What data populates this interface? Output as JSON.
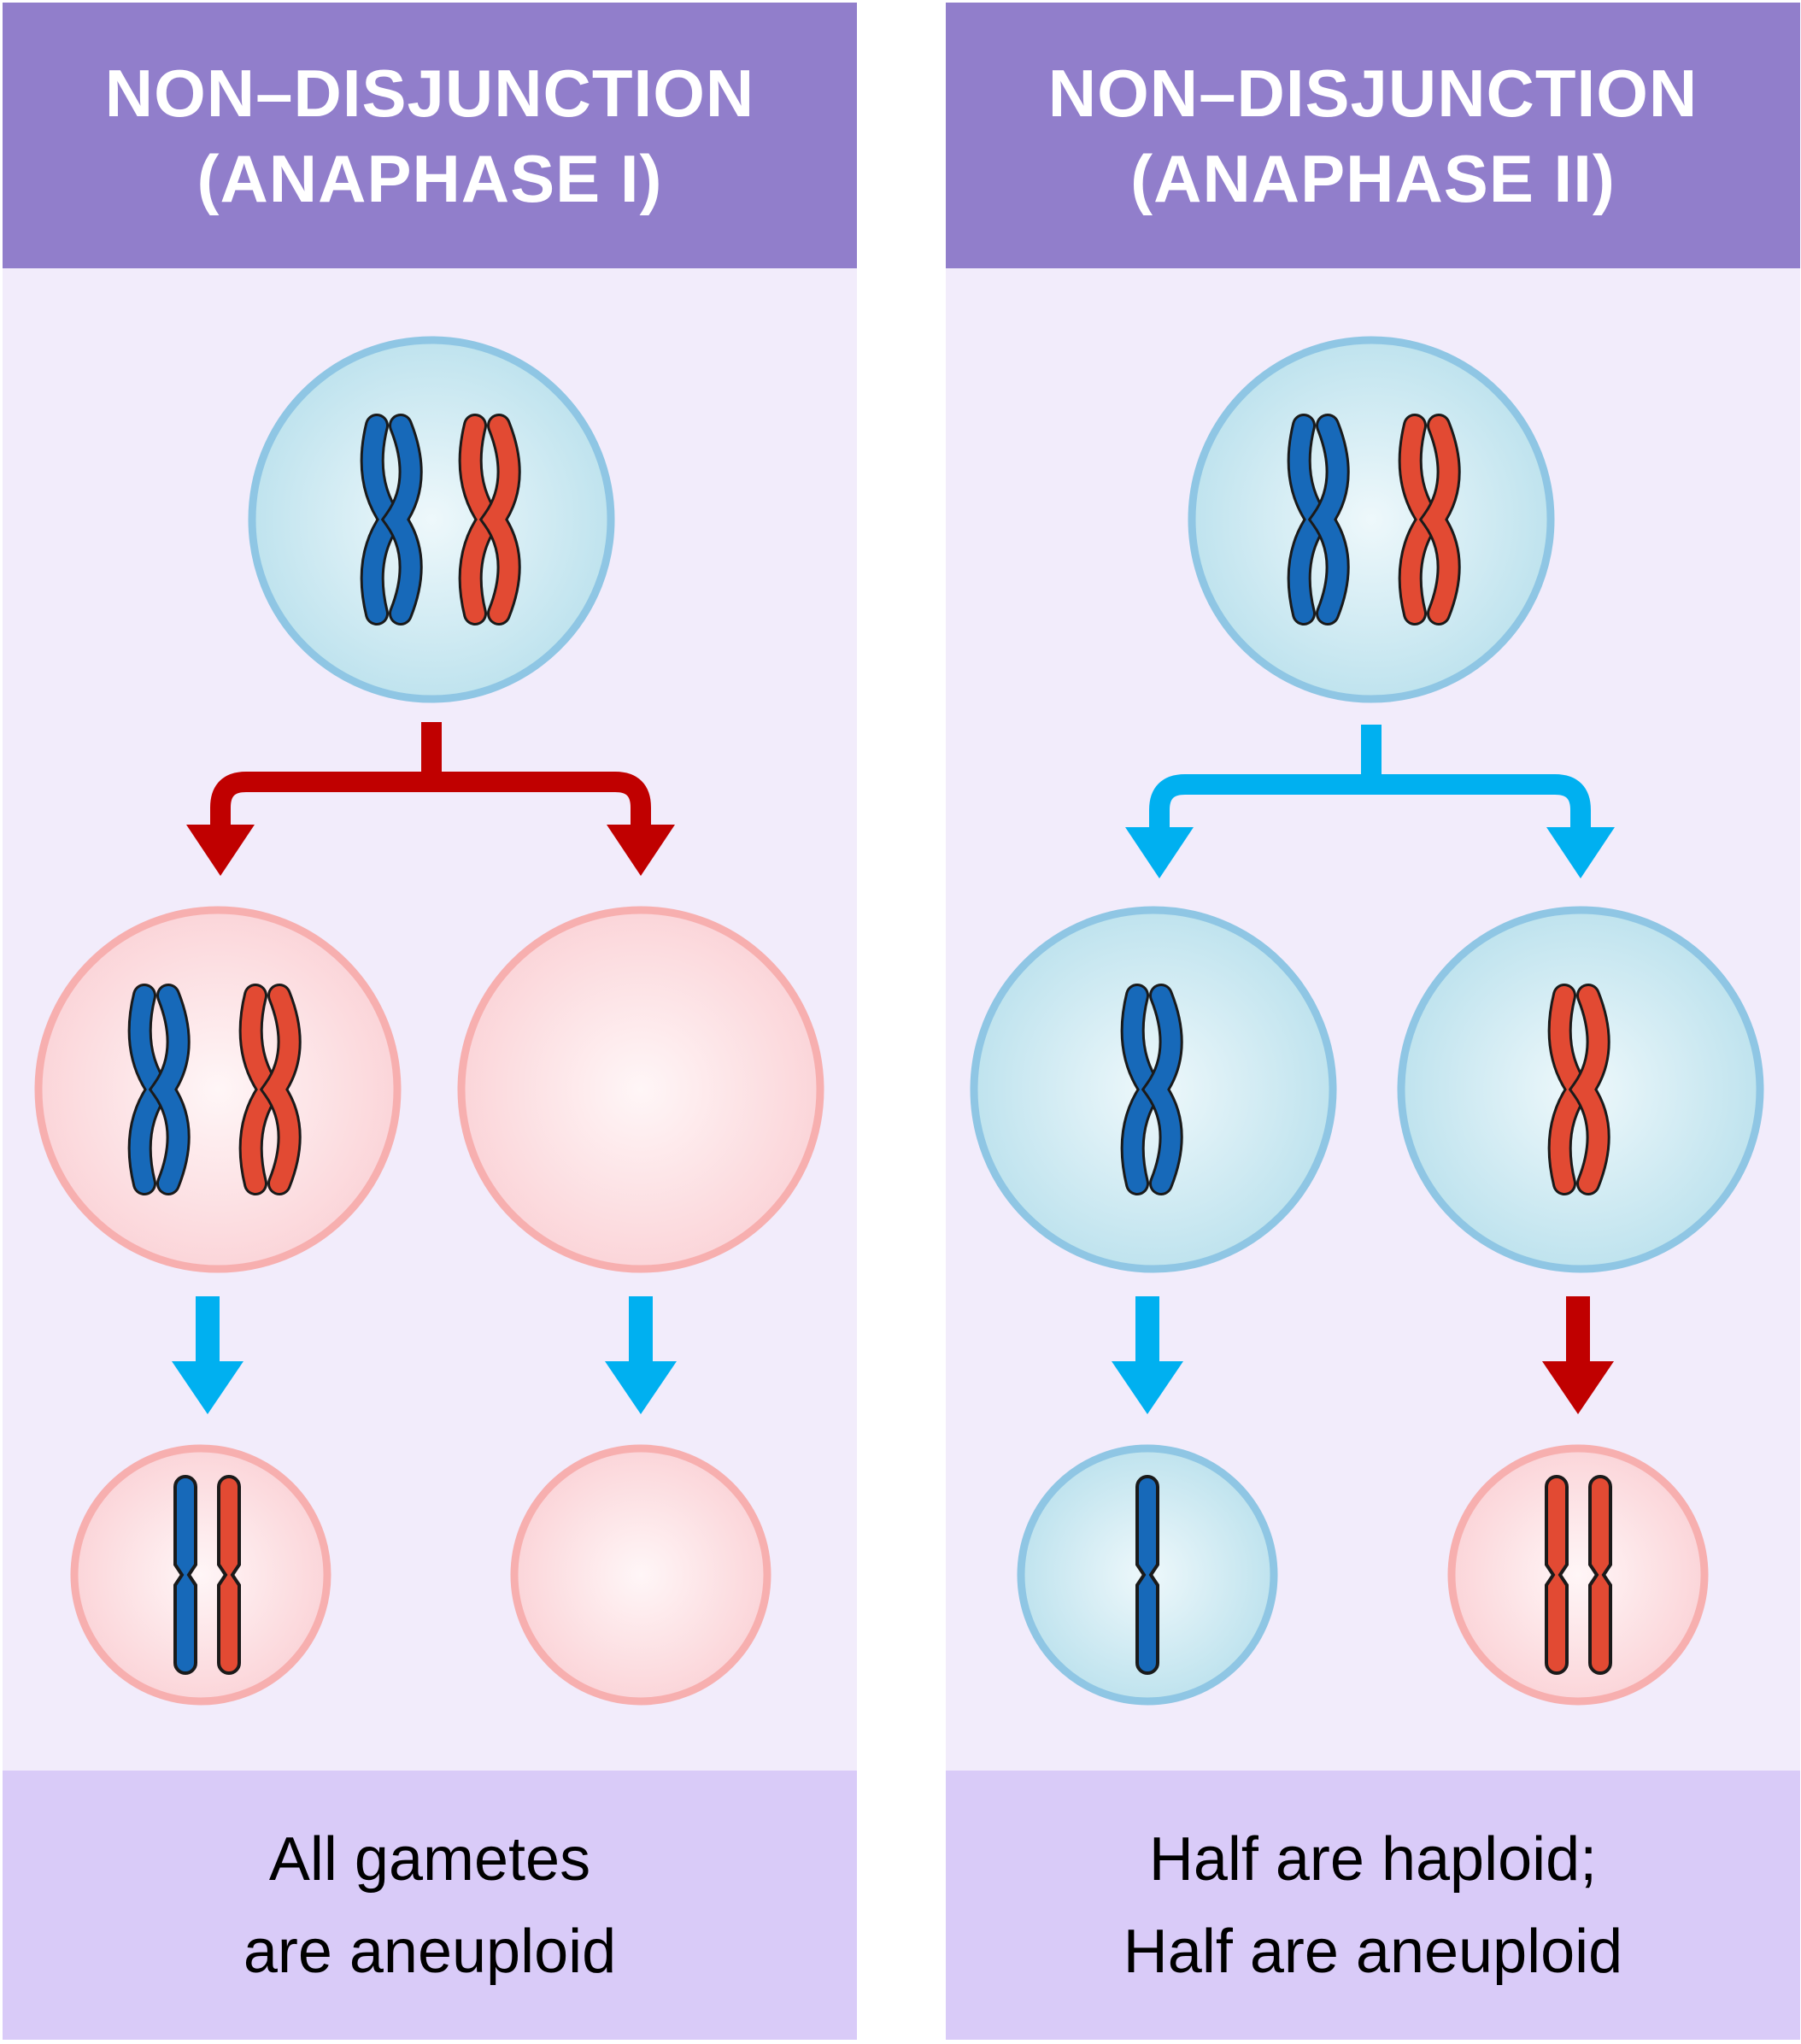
{
  "panels": [
    {
      "title_line1": "NON–DISJUNCTION",
      "title_line2": "(ANAPHASE I)",
      "footer_line1": "All gametes",
      "footer_line2": "are aneuploid"
    },
    {
      "title_line1": "NON–DISJUNCTION",
      "title_line2": "(ANAPHASE II)",
      "footer_line1": "Half are haploid;",
      "footer_line2": "Half are aneuploid"
    }
  ],
  "colors": {
    "header_bg": "#917ECB",
    "body_bg": "#F2ECFB",
    "footer_bg": "#D9CBF8",
    "normal_cell_fill": "#C6E6F0",
    "normal_cell_stroke": "#8FC6E4",
    "abnormal_cell_fill": "#FCDDE0",
    "abnormal_cell_stroke": "#F7AFAF",
    "blue_chromosome": "#1769B9",
    "red_chromosome": "#E24A33",
    "normal_arrow": "#00B0F0",
    "error_arrow": "#C00000"
  }
}
